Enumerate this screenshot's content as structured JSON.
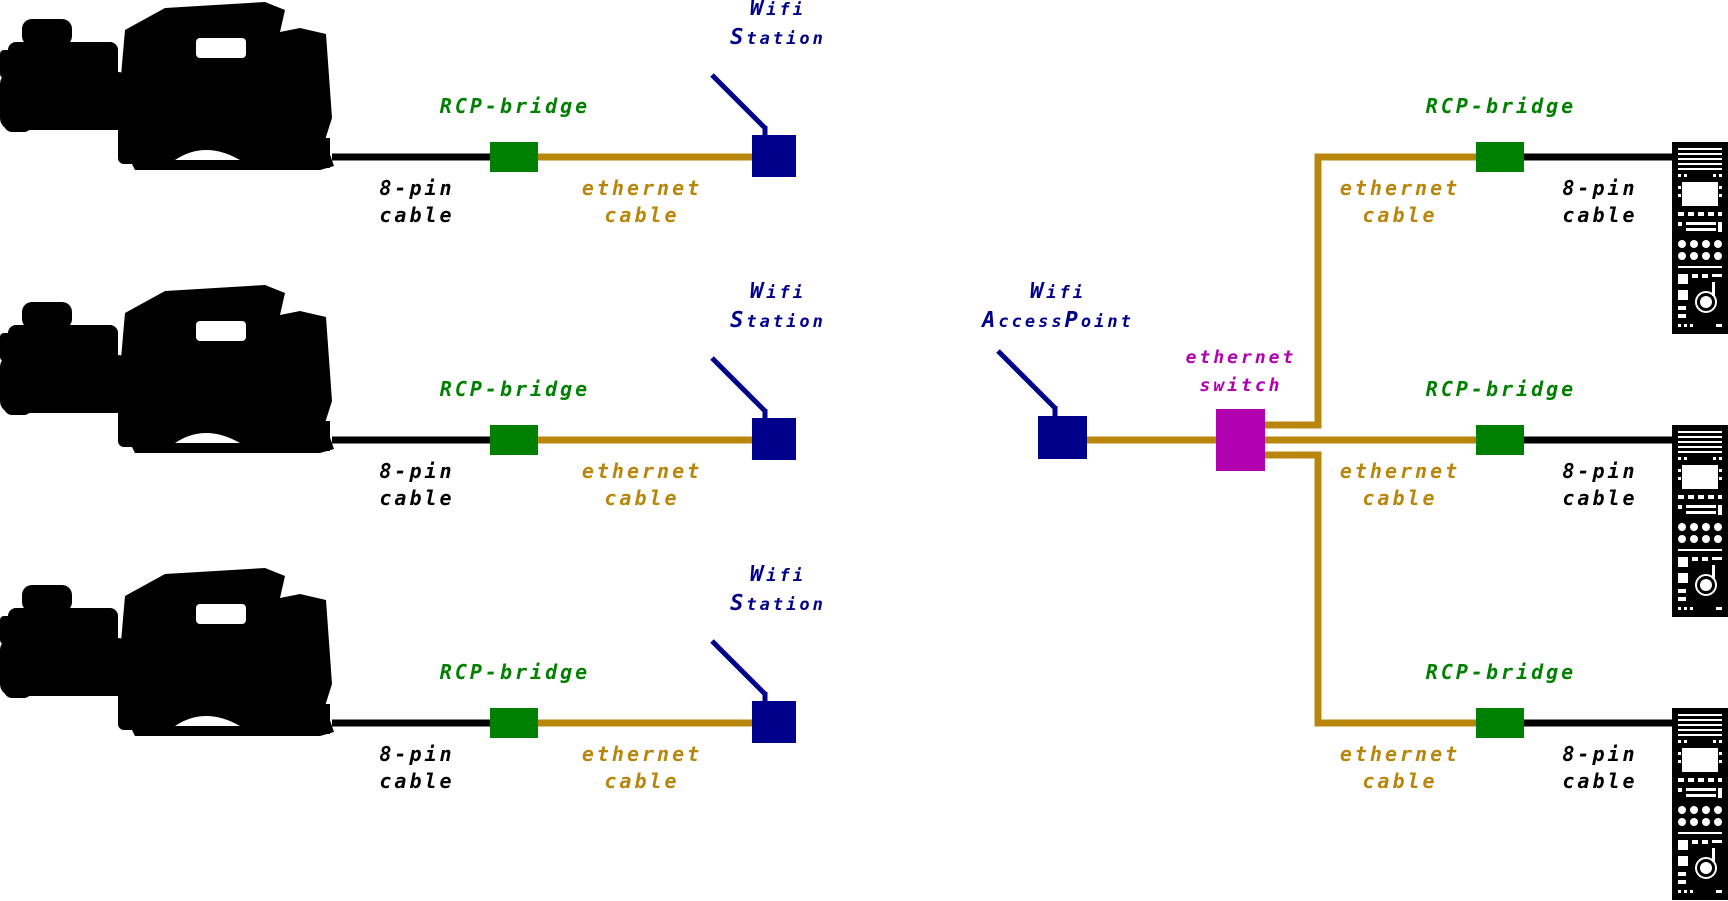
{
  "colors": {
    "black": "#000000",
    "green": "#008000",
    "gold": "#b8860b",
    "blue": "#00008b",
    "magenta": "#b000b0",
    "white": "#ffffff"
  },
  "labels": {
    "rcp_bridge": "RCP-bridge",
    "pin_cable_1": "8-pin",
    "pin_cable_2": "cable",
    "ethernet_cable_1": "ethernet",
    "ethernet_cable_2": "cable",
    "wifi_station_1_first": "W",
    "wifi_station_1_rest": "ifi",
    "wifi_station_2_first": "S",
    "wifi_station_2_rest": "tation",
    "wifi_ap_1_first": "W",
    "wifi_ap_1_rest": "ifi",
    "wifi_ap_2_first_a": "A",
    "wifi_ap_2_rest_a": "ccess",
    "wifi_ap_2_first_b": "P",
    "wifi_ap_2_rest_b": "oint",
    "switch_1": "ethernet",
    "switch_2": "switch"
  },
  "icons": {
    "camera": "camcorder-silhouette-icon",
    "rcp": "remote-control-panel-icon",
    "antenna": "antenna-icon"
  }
}
